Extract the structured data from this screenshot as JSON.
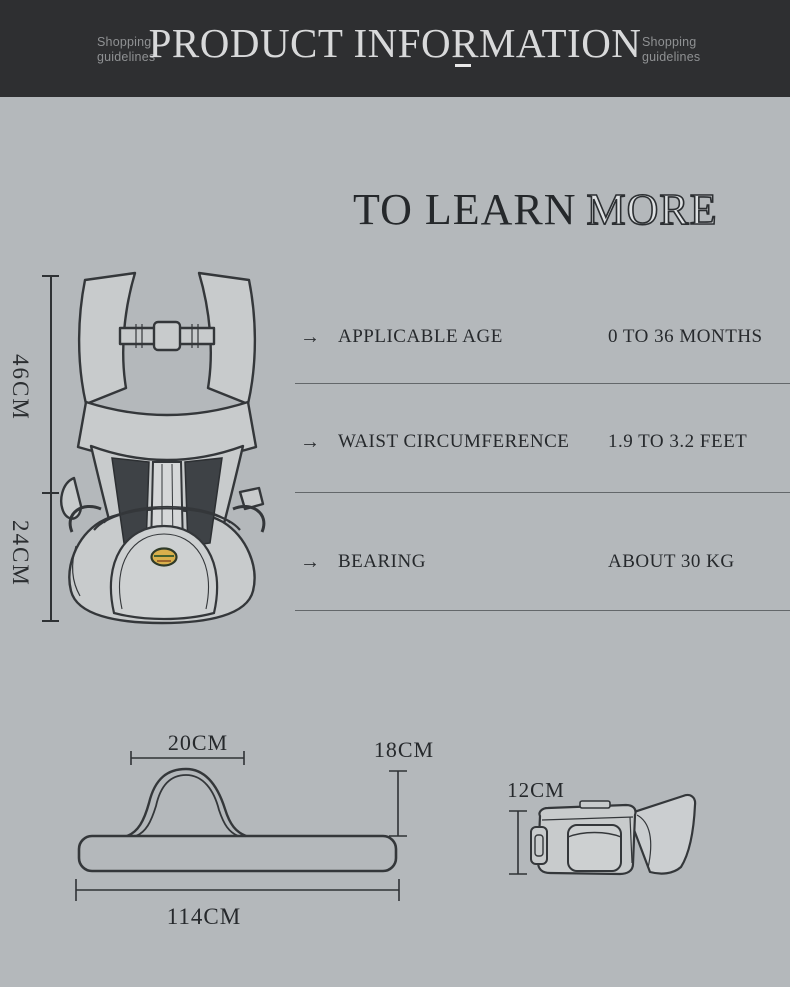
{
  "header": {
    "badge_left": {
      "line1": "Shopping",
      "line2": "guidelines"
    },
    "badge_right": {
      "line1": "Shopping",
      "line2": "guidelines"
    },
    "title": "PRODUCT INFORMATION"
  },
  "main": {
    "heading": {
      "solid": "TO LEARN",
      "outline": "MORE"
    },
    "arrow_glyph": "→",
    "specs": [
      {
        "label": "APPLICABLE AGE",
        "value": "0 TO 36 MONTHS"
      },
      {
        "label": "WAIST CIRCUMFERENCE",
        "value": "1.9 TO 3.2 FEET"
      },
      {
        "label": "BEARING",
        "value": "ABOUT 30 KG"
      }
    ]
  },
  "figures": {
    "carrier": {
      "upper_height": "46CM",
      "lower_height": "24CM"
    },
    "belt": {
      "handle_width": "20CM",
      "handle_height": "18CM",
      "total_length": "114CM"
    },
    "hipseat": {
      "seat_height": "12CM"
    }
  },
  "colors": {
    "header_bg": "#2e2f31",
    "header_text": "#d8d9da",
    "body_bg": "#b4b8bb",
    "ink": "#26292c",
    "sketch_line": "#34373a",
    "logo_gold": "#d9b04c"
  }
}
